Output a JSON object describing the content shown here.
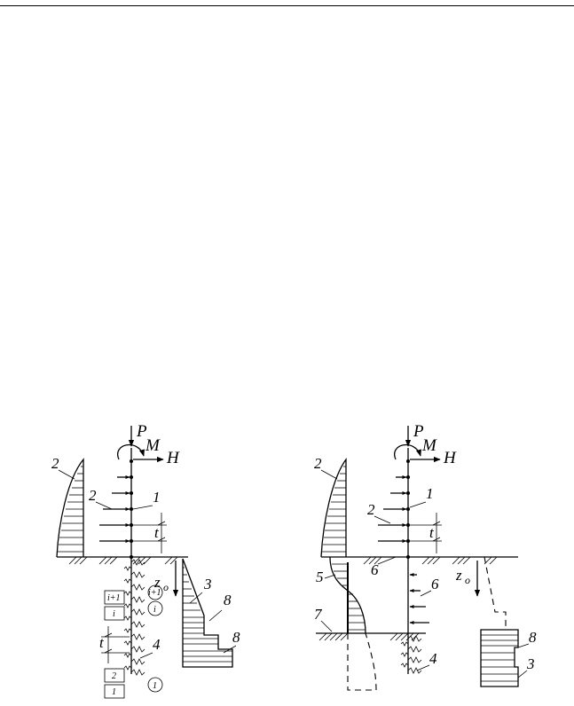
{
  "left": {
    "load_p": "P",
    "load_m": "M",
    "load_h": "H",
    "coord_z": "z",
    "coord_z_sub": "o",
    "spacing_t": "t",
    "callouts": [
      "1",
      "2",
      "2",
      "3",
      "4",
      "8",
      "8"
    ],
    "box_labels": [
      "i+1",
      "i",
      "2",
      "1"
    ],
    "circle_labels": [
      "i+1",
      "i",
      "1"
    ]
  },
  "right": {
    "load_p": "P",
    "load_m": "M",
    "load_h": "H",
    "coord_z": "z",
    "coord_z_sub": "o",
    "spacing_t": "t",
    "callouts": [
      "1",
      "2",
      "2",
      "3",
      "4",
      "5",
      "6",
      "6",
      "7",
      "8"
    ]
  }
}
